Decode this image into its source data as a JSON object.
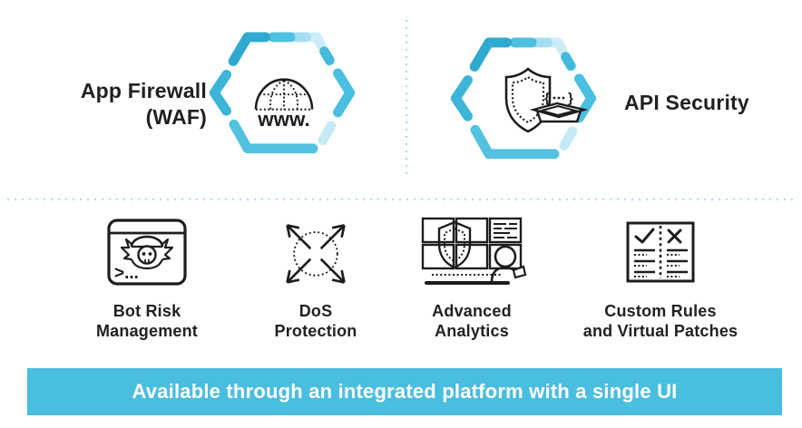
{
  "colors": {
    "hex_dark": "#2fa9cf",
    "hex_medium": "#4fc0df",
    "hex_medium2": "#52c2e0",
    "hex_chevron": "#3cb5d8",
    "hex_light": "#a6def1",
    "hex_lightest": "#ccecf8",
    "hex_faint": "#c4eaf6",
    "banner_bg": "#49bedf",
    "banner_text": "#ffffff",
    "icon_stroke": "#1d1d1f",
    "text_dark": "#232021",
    "dotted_separator": "#9fd9ec"
  },
  "top": {
    "waf": {
      "label_line1": "App Firewall",
      "label_line2": "(WAF)",
      "icon": "globe-www-icon",
      "icon_text": "www."
    },
    "api": {
      "label": "API Security",
      "icon": "shield-box-icon"
    }
  },
  "features": [
    {
      "icon": "bot-terminal-icon",
      "prompt": ">...",
      "label_line1": "Bot Risk",
      "label_line2": "Management"
    },
    {
      "icon": "expanding-arrows-icon",
      "label_line1": "DoS",
      "label_line2": "Protection"
    },
    {
      "icon": "monitor-wall-icon",
      "label_line1": "Advanced",
      "label_line2": "Analytics"
    },
    {
      "icon": "rules-book-icon",
      "label_line1": "Custom Rules",
      "label_line2": "and Virtual Patches"
    }
  ],
  "banner": {
    "text": "Available through an integrated platform with a single UI"
  }
}
